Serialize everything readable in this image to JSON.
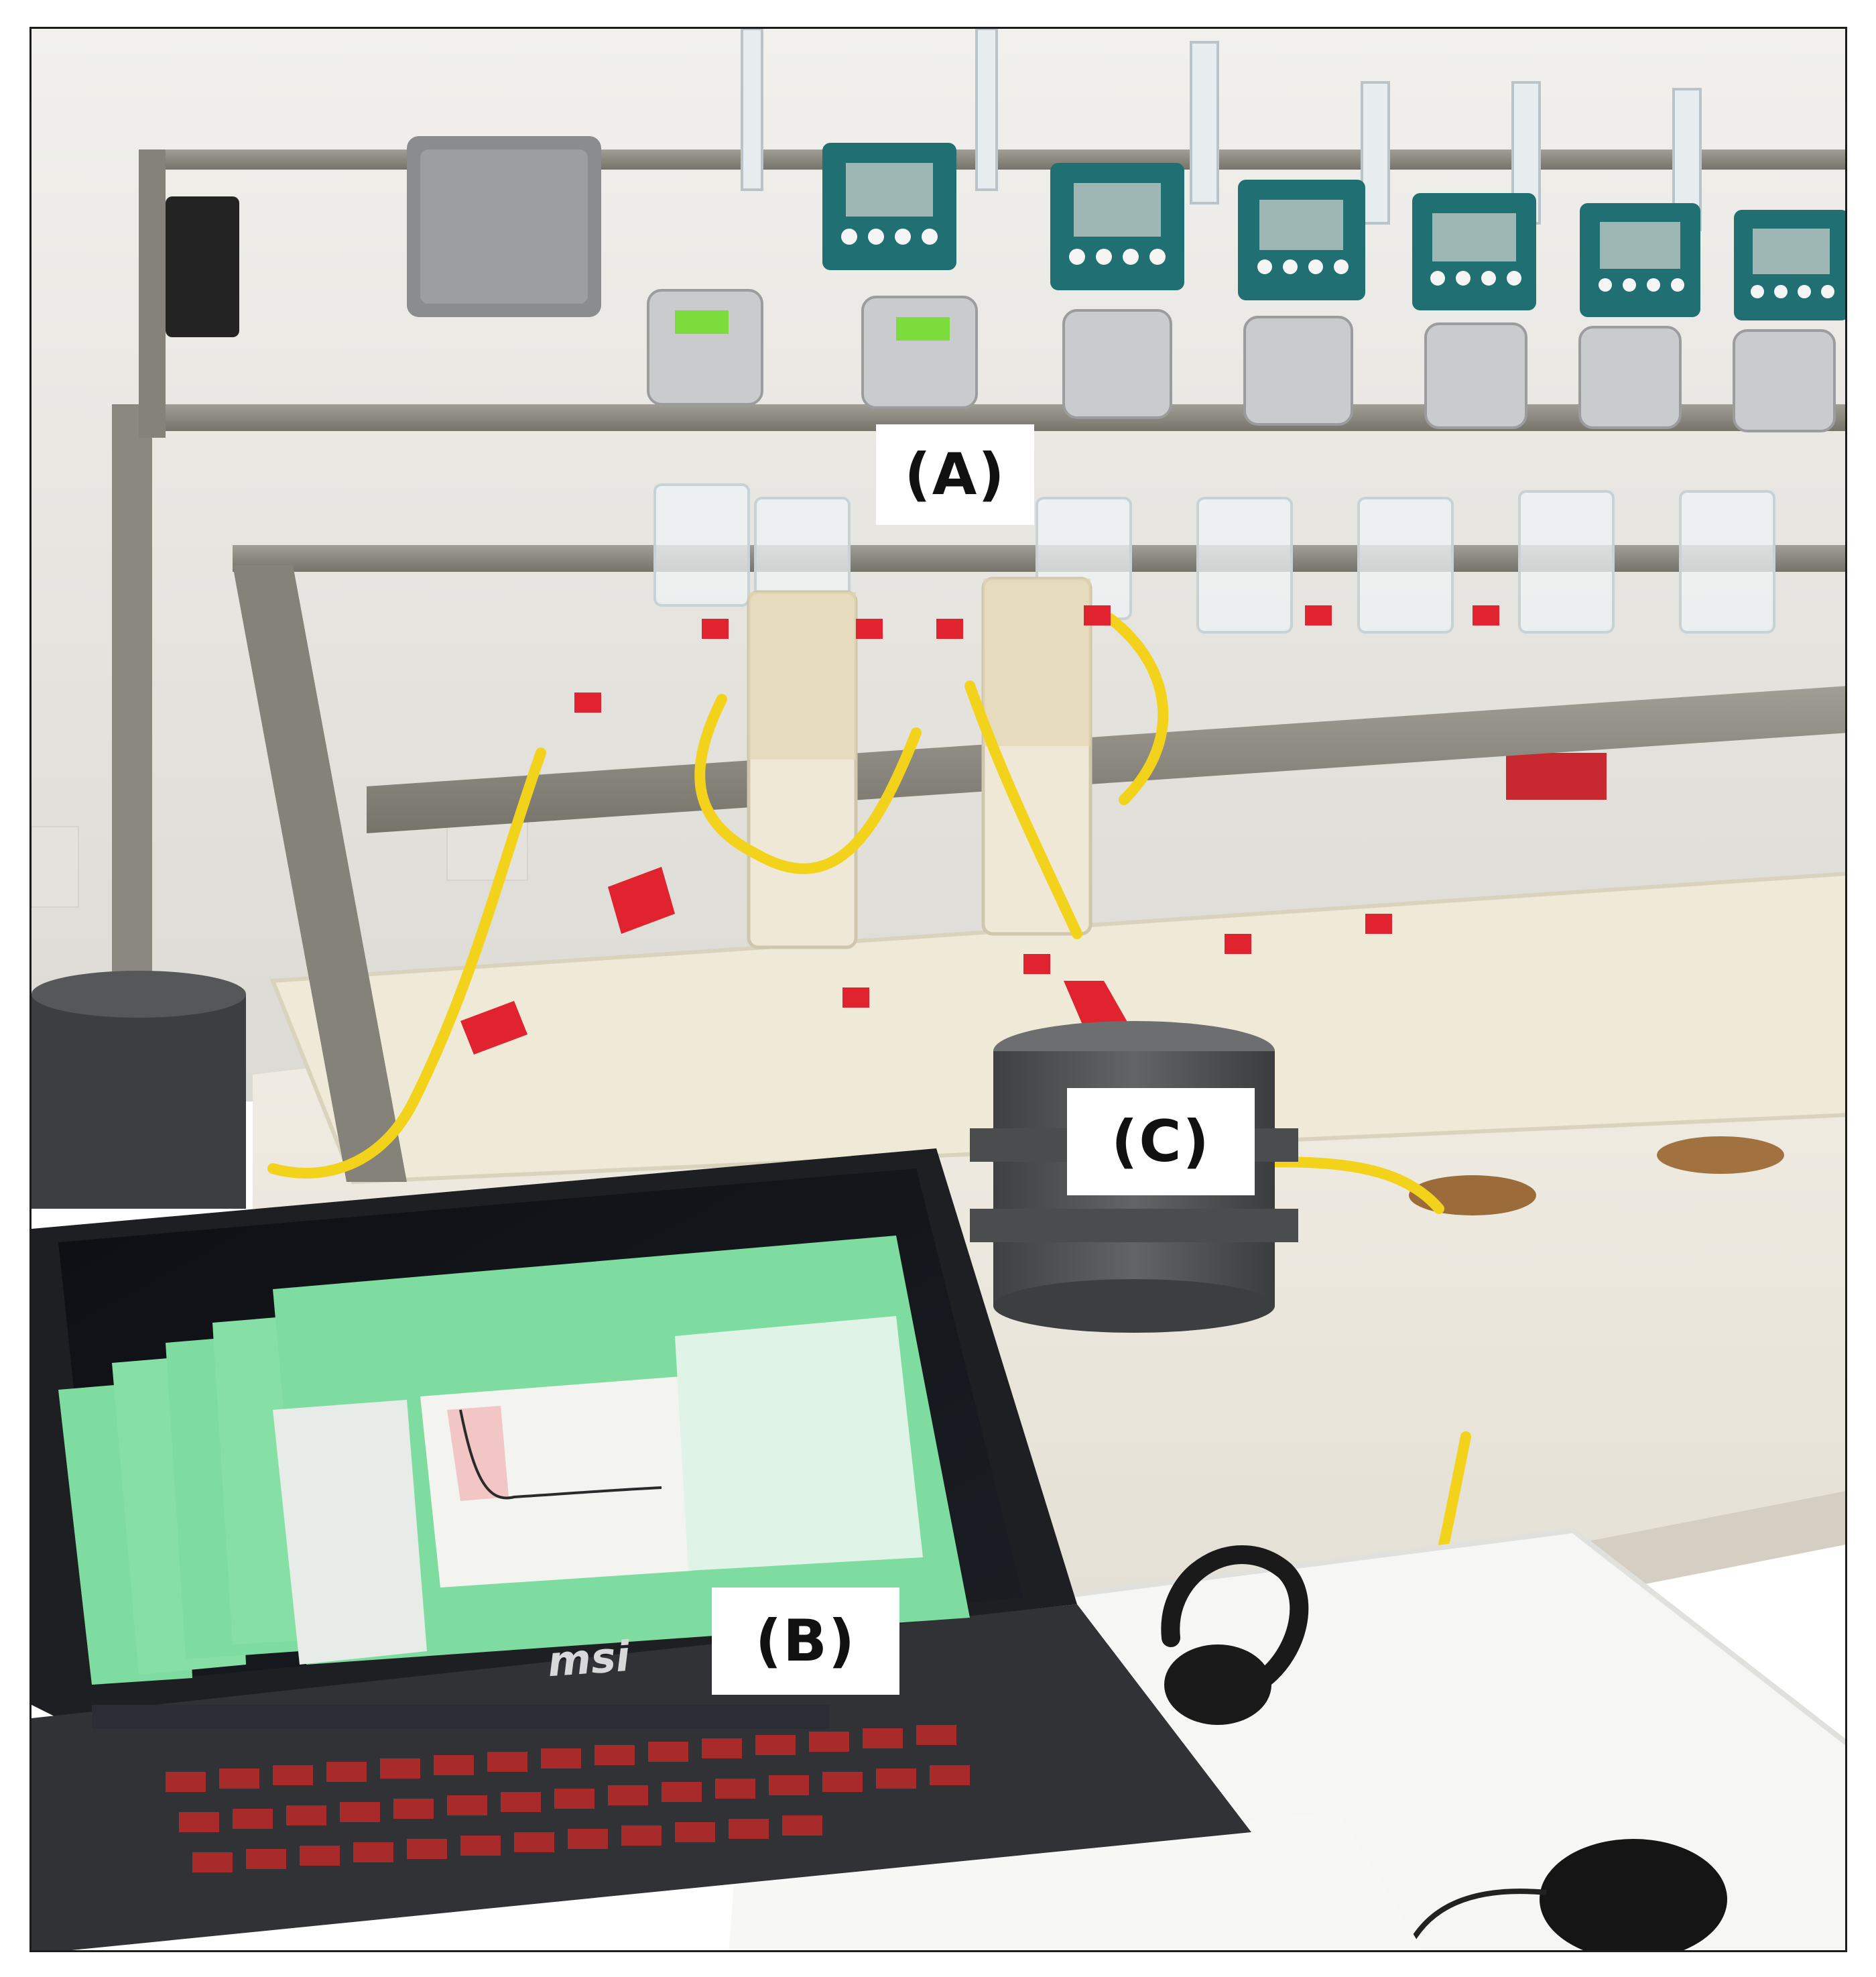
{
  "figure": {
    "panel_labels": {
      "a": "(A)",
      "b": "(B)",
      "c": "(C)"
    },
    "laptop_brand": "msi",
    "colors": {
      "wall": "#e9e7e2",
      "frame_steel": "#8c8a82",
      "tubing_yellow": "#f2d21b",
      "connector_red": "#e0232e",
      "controller_teal": "#1f6f73",
      "software_green": "#7fdca0",
      "vessel_grey": "#545658",
      "bench_white": "#f4f1ea",
      "label_background": "#ffffff"
    }
  }
}
